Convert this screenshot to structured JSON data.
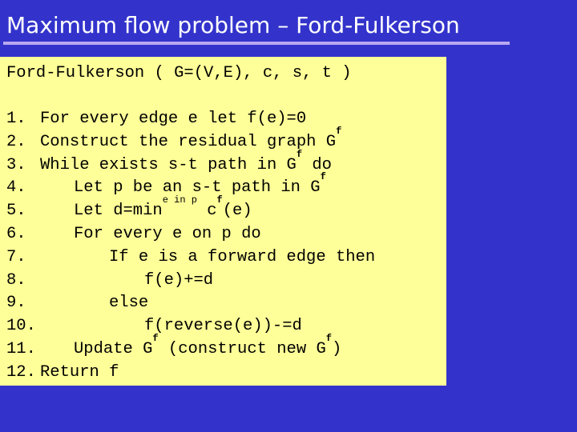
{
  "title": "Maximum flow problem – Ford-Fulkerson",
  "header": "Ford-Fulkerson ( G=(V,E), c, s, t )",
  "lines": [
    {
      "num": "1.",
      "text": "For every edge e let f(e)=0"
    },
    {
      "num": "2.",
      "text": "Construct the residual graph G",
      "sub": "f"
    },
    {
      "num": "3.",
      "text": "While exists s-t path in G",
      "sub": "f",
      "after": " do"
    },
    {
      "num": "4.",
      "text": "Let p be an s-t path in G",
      "sub": "f"
    },
    {
      "num": "5.",
      "text": "Let d=min",
      "sub": "e in p",
      "after": " c",
      "sub2": "f",
      "after2": "(e)"
    },
    {
      "num": "6.",
      "text": "For every e on p do"
    },
    {
      "num": "7.",
      "text": "If e is a forward edge then"
    },
    {
      "num": "8.",
      "text": "f(e)+=d"
    },
    {
      "num": "9.",
      "text": "else"
    },
    {
      "num": "10.",
      "text": "f(reverse(e))-=d"
    },
    {
      "num": "11.",
      "text": "Update G",
      "sub": "f",
      "after": " (construct new G",
      "sub2": "f",
      "after2": ")"
    },
    {
      "num": "12.",
      "text": "Return f"
    }
  ]
}
